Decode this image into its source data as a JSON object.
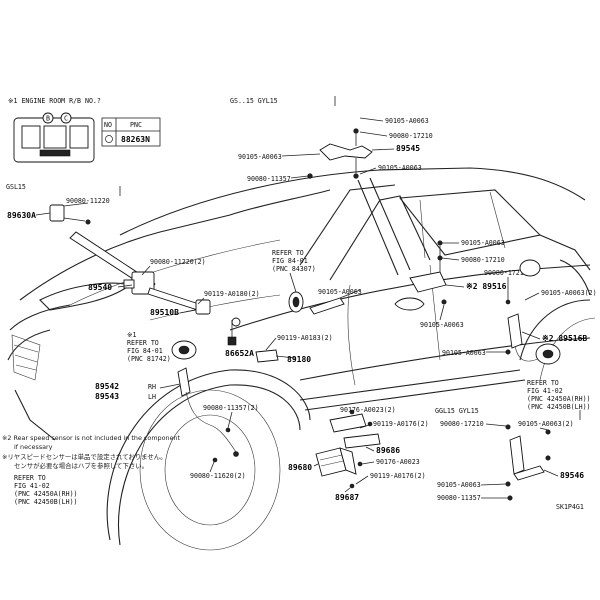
{
  "header": {
    "engine_room_note": "※1 ENGINE ROOM R/B NO.?",
    "gs_label_top": "GS..15 GYL15",
    "gs_label_left": "GSL15",
    "gs_label_bottom": "GGL15 GYL15"
  },
  "table": {
    "col_no": "NO",
    "col_pnc": "PNC",
    "pnc_value": "88263N"
  },
  "fuse_box": {
    "label_a": "B",
    "label_b": "C"
  },
  "parts": {
    "p89630a": "89630A",
    "p89540": "89540",
    "p89510b": "89510B",
    "p89542": "89542",
    "p89542_suffix": "RH",
    "p89543": "89543",
    "p89543_suffix": "LH",
    "p86652a": "86652A",
    "p89180": "89180",
    "p89545": "89545",
    "p89516": "※2 89516",
    "p89516b": "※2 89516B",
    "p89686": "89686",
    "p89680": "89680",
    "p89687": "89687",
    "p89546": "89546"
  },
  "fasteners": {
    "f_90080_11220_top": "90080-11220",
    "f_90080_11220_2": "90080-11220(2)",
    "f_90119_a0180": "90119-A0180(2)",
    "f_90119_a0183": "90119-A0183(2)",
    "f_90105_a0063_a": "90105-A0063",
    "f_90080_17210": "90080-17210",
    "f_90105_a0063_b": "90105-A0063",
    "f_90105_a0063_c": "90105-A0063",
    "f_90080_11357": "90080-11357",
    "f_90105_a0063_d": "90105-A0063",
    "f_90105_a0063_e": "90105-A0063",
    "f_90080_17210_b": "90080-17210",
    "f_90080_17210_c": "90080-17210",
    "f_90105_a0063_f": "90105-A0063(2)",
    "f_90105_a0063_g": "90105-A0063",
    "f_90105_a0063_h": "90105-A0063",
    "f_90080_11357_2": "90080-11357(2)",
    "f_90080_11620_2": "90080-11620(2)",
    "f_90176_a0023_2": "90176-A0023(2)",
    "f_90119_a0176_2": "90119-A0176(2)",
    "f_90176_a0023": "90176-A0023",
    "f_90119_a0176_2b": "90119-A0176(2)",
    "f_90080_17210_d": "90080-17210",
    "f_90105_a0063_2b": "90105-A0063(2)",
    "f_90105_a0063_i": "90105-A0063",
    "f_90080_11357_b": "90080-11357"
  },
  "refs": {
    "ref_a_line1": "REFER TO",
    "ref_a_line2": "FIG 84-01",
    "ref_a_line3": "(PNC 84307)",
    "ref_b_line1": "REFER TO",
    "ref_b_line2": "FIG 84-01",
    "ref_b_line3": "(PNC 81742)",
    "ref_c_line1": "REFER TO",
    "ref_c_line2": "FIG 41-02",
    "ref_c_line3": "(PNC 42450A(RH))",
    "ref_c_line4": "(PNC 42450B(LH))",
    "ref_d_line1": "REFER TO",
    "ref_d_line2": "FIG 41-02",
    "ref_d_line3": "(PNC 42450A(RH))",
    "ref_d_line4": "(PNC 42450B(LH))"
  },
  "notes": {
    "note1": "※2 Rear speed sensor is not included in the component",
    "note2": "if necessary",
    "note3": "※リヤスピードセンサーは単品で設定されておりません。",
    "note4": "センサが必要な場合はハブを参照して下さい。"
  },
  "footer": {
    "code": "SK1P4G1"
  }
}
